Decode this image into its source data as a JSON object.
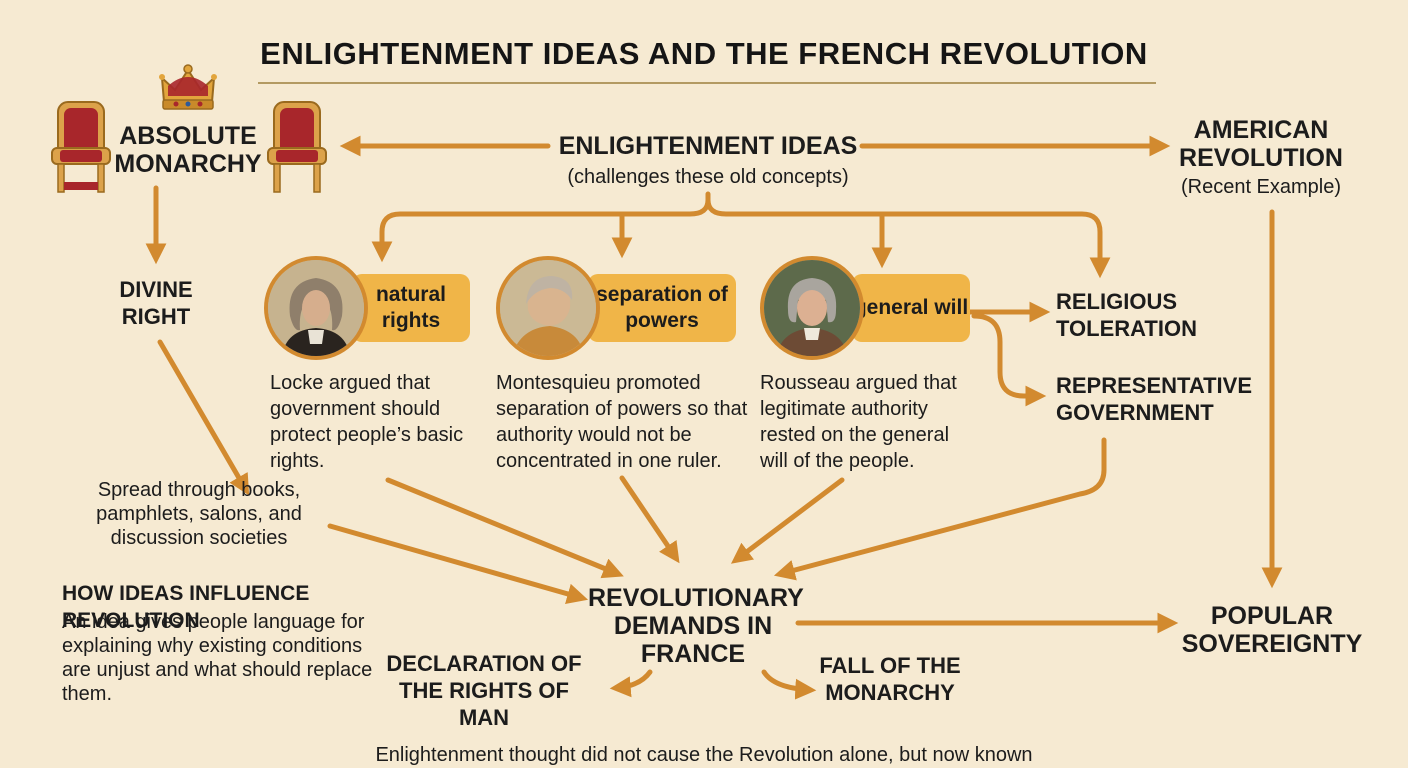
{
  "title": "ENLIGHTENMENT IDEAS AND THE FRENCH REVOLUTION",
  "absolute_monarchy": "ABSOLUTE MONARCHY",
  "enlightenment": {
    "title": "ENLIGHTENMENT IDEAS",
    "subtitle": "(challenges these old concepts)"
  },
  "american_revolution": {
    "title": "AMERICAN REVOLUTION",
    "subtitle": "(Recent Example)"
  },
  "divine_right": "DIVINE RIGHT",
  "ideas": [
    {
      "pill": "natural rights",
      "portrait": "locke-portrait",
      "text": "Locke argued that government should protect people’s basic rights."
    },
    {
      "pill": "separation of powers",
      "portrait": "montesquieu-portrait",
      "text": "Montesquieu promoted separation of powers so that authority would not be concentrated in one ruler."
    },
    {
      "pill": "general will",
      "portrait": "rousseau-portrait",
      "text": "Rousseau argued that legitimate authority rested on the general will of the people."
    }
  ],
  "religious_toleration": "RELIGIOUS TOLERATION",
  "representative_government": "REPRESENTATIVE GOVERNMENT",
  "spread": "Spread through books, pamphlets, salons, and discussion societies",
  "how_ideas": {
    "title": "HOW IDEAS INFLUENCE REVOLUTION",
    "text": "An idea gives people language for explaining why existing conditions are unjust and what should replace them."
  },
  "revolutionary_demands": "REVOLUTIONARY DEMANDS IN FRANCE",
  "declaration": "DECLARATION OF THE RIGHTS OF MAN",
  "fall_monarchy": "FALL OF THE MONARCHY",
  "popular_sovereignty": "POPULAR SOVEREIGNTY",
  "bottom_note": "Enlightenment thought did not cause the Revolution alone, but now known",
  "colors": {
    "background": "#f6ead2",
    "arrow": "#d28a2f",
    "pill": "#f0b548",
    "throne_red": "#a8262b",
    "gold": "#dca24a"
  }
}
